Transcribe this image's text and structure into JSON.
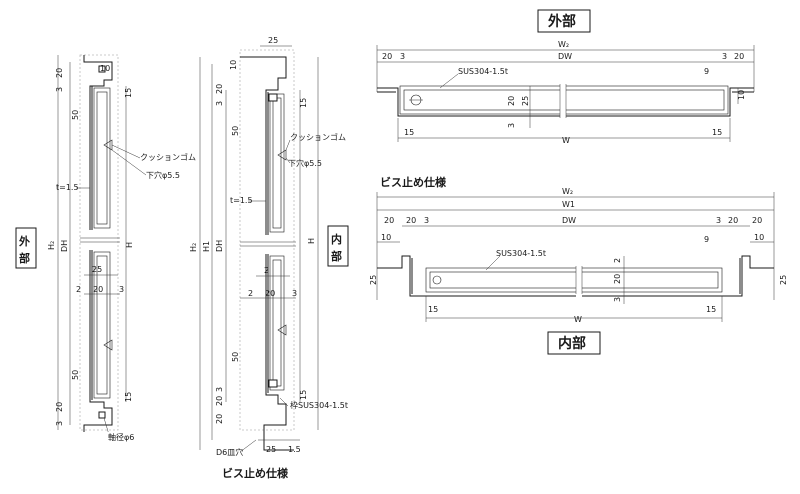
{
  "titles": {
    "outer_top": "外部",
    "inner_bottom": "内部",
    "screw_top": "ビス止め仕様",
    "screw_side": "ビス止め仕様",
    "side_outer": [
      "外",
      "部"
    ],
    "side_inner": [
      "内",
      "部"
    ]
  },
  "labels": {
    "cushion_a": "クッションゴム",
    "hole_a": "下穴φ5.5",
    "cushion_b": "クッションゴム",
    "hole_b": "下穴φ5.5",
    "material_top": "SUS304-1.5t",
    "material_mid": "SUS304-1.5t",
    "frame_material": "枠SUS304-1.5t",
    "shaft": "軸径φ6",
    "countersink": "D6皿穴",
    "thickness_a": "t=1.5",
    "thickness_b": "t=1.5"
  },
  "dims_a": {
    "v20": "20",
    "v3": "3",
    "v10": "10",
    "v15": "15",
    "v50": "50",
    "h2": "H₂",
    "dh": "DH",
    "h": "H",
    "w25": "25",
    "w2": "2",
    "w20": "20",
    "w3": "3",
    "b50": "50",
    "b15": "15",
    "b20": "20",
    "b3": "3"
  },
  "dims_b": {
    "w25top": "25",
    "v10": "10",
    "v20": "20",
    "v3": "3",
    "v15": "15",
    "v50": "50",
    "h2": "H₂",
    "h1": "H1",
    "dh": "DH",
    "h": "H",
    "w2": "2",
    "w20": "20",
    "w3": "3",
    "b50": "50",
    "b3": "3",
    "b20": "20",
    "b15": "15",
    "bot25": "25",
    "bot15": "1.5"
  },
  "dims_top": {
    "w2": "W₂",
    "dw": "DW",
    "w": "W",
    "l20": "20",
    "l3": "3",
    "r3": "3",
    "r20": "20",
    "n9": "9",
    "v20": "20",
    "v25": "25",
    "v3": "3",
    "v10": "10",
    "b15l": "15",
    "b15r": "15"
  },
  "dims_mid": {
    "w2": "W₂",
    "w1": "W1",
    "dw": "DW",
    "w": "W",
    "l20a": "20",
    "l20b": "20",
    "l3": "3",
    "r3": "3",
    "r20a": "20",
    "r20b": "20",
    "l10": "10",
    "r10": "10",
    "n9": "9",
    "v2": "2",
    "v20": "20",
    "v3": "3",
    "l25": "25",
    "r25": "25",
    "b15l": "15",
    "b15r": "15"
  }
}
